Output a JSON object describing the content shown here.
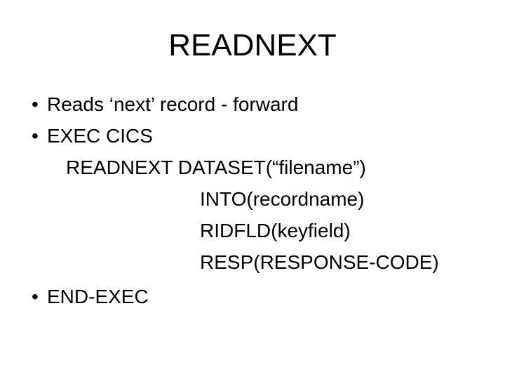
{
  "slide": {
    "title": "READNEXT",
    "bullet_char": "•",
    "text_color": "#000000",
    "background_color": "#ffffff",
    "lines": [
      {
        "text": "Reads ‘next’ record - forward",
        "bullet": true,
        "indent": 0
      },
      {
        "text": "EXEC CICS",
        "bullet": true,
        "indent": 0
      },
      {
        "text": "READNEXT DATASET(“filename”)",
        "bullet": false,
        "indent": 1
      },
      {
        "text": "INTO(recordname)",
        "bullet": false,
        "indent": 2
      },
      {
        "text": "RIDFLD(keyfield)",
        "bullet": false,
        "indent": 2
      },
      {
        "text": "RESP(RESPONSE-CODE)",
        "bullet": false,
        "indent": 2
      },
      {
        "text": "END-EXEC",
        "bullet": true,
        "indent": 0
      }
    ]
  }
}
